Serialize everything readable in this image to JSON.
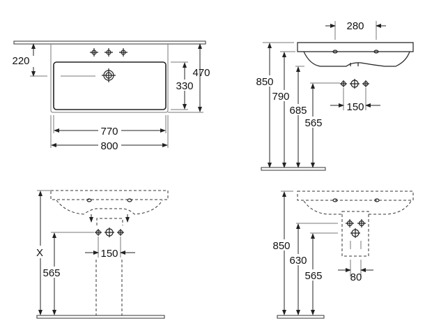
{
  "top_view": {
    "dim_220": "220",
    "dim_470": "470",
    "dim_330": "330",
    "dim_770": "770",
    "dim_800": "800"
  },
  "side_view": {
    "dim_280": "280",
    "dim_850": "850",
    "dim_790": "790",
    "dim_685": "685",
    "dim_565": "565",
    "dim_150": "150"
  },
  "front_pedestal_view": {
    "dim_x": "X",
    "dim_565": "565",
    "dim_150": "150"
  },
  "side_pedestal_view": {
    "dim_850": "850",
    "dim_630": "630",
    "dim_565": "565",
    "dim_80": "80"
  }
}
